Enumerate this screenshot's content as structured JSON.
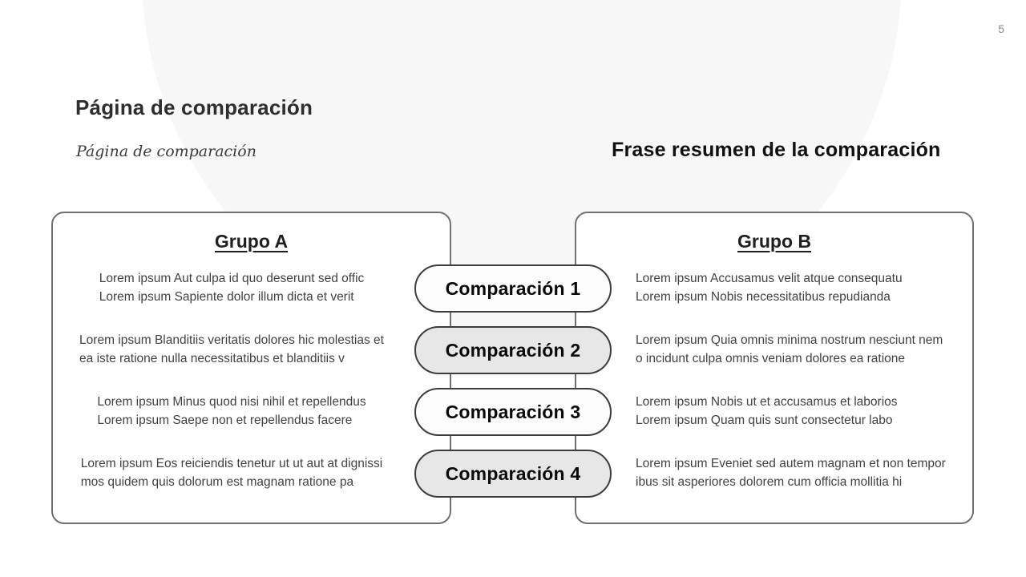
{
  "page": {
    "number": "5"
  },
  "header": {
    "title": "Página de comparación",
    "subtitle": "Página de comparación",
    "summary_heading": "Frase resumen de la comparación"
  },
  "comparison": {
    "group_a": {
      "title": "Grupo A",
      "items": [
        "Lorem ipsum Aut culpa id quo deserunt sed offic\nLorem ipsum Sapiente dolor illum dicta et verit",
        "Lorem ipsum Blanditiis veritatis dolores hic molestias et\nea iste ratione nulla necessitatibus et blanditiis v",
        "Lorem ipsum Minus quod nisi nihil et repellendus\nLorem ipsum Saepe non et repellendus facere",
        "Lorem ipsum Eos reiciendis tenetur ut ut aut at dignissi\nmos quidem quis dolorum est magnam ratione pa"
      ]
    },
    "group_b": {
      "title": "Grupo B",
      "items": [
        "Lorem ipsum Accusamus velit atque consequatu\nLorem ipsum Nobis necessitatibus repudianda",
        "Lorem ipsum Quia omnis minima nostrum nesciunt nem\no incidunt culpa omnis veniam dolores ea ratione",
        "Lorem ipsum Nobis ut et accusamus et laborios\nLorem ipsum Quam quis sunt consectetur labo",
        "Lorem ipsum Eveniet sed autem magnam et non tempor\nibus sit asperiores dolorem cum officia mollitia hi"
      ]
    },
    "pills": [
      {
        "label": "Comparación 1"
      },
      {
        "label": "Comparación 2"
      },
      {
        "label": "Comparación 3"
      },
      {
        "label": "Comparación 4"
      }
    ]
  },
  "colors": {
    "card_border": "#707070",
    "pill_border": "#3d3d3d",
    "pill_fill_light": "#fcfcfc",
    "pill_fill_gray": "#e7e7e8",
    "circle_fill": "#f7f7f8",
    "body_text": "#424242"
  }
}
